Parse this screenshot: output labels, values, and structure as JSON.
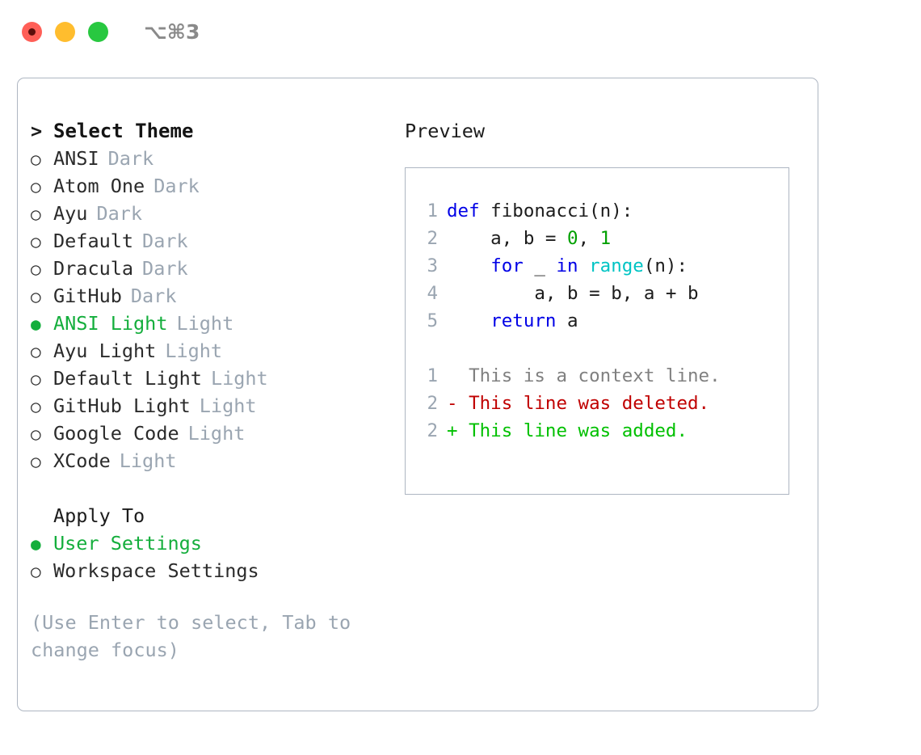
{
  "titlebar": {
    "buttons": [
      {
        "name": "close",
        "color": "#ff5f57"
      },
      {
        "name": "minimize",
        "color": "#ffbd2e"
      },
      {
        "name": "zoom",
        "color": "#28c840"
      }
    ],
    "shortcut": "⌥⌘3"
  },
  "colors": {
    "accent_green": "#14ae3c",
    "muted": "#9aa5b1",
    "border": "#aeb6c2",
    "text": "#2b2b2b",
    "keyword": "#0000e6",
    "builtin": "#00c4c4",
    "number": "#00a000",
    "diff_add": "#00c000",
    "diff_del": "#c00000",
    "diff_ctx": "#808080"
  },
  "theme_list": {
    "header_marker": ">",
    "header": "Select Theme",
    "marker_unselected": "○",
    "marker_selected": "●",
    "items": [
      {
        "label": "ANSI",
        "variant": "Dark",
        "selected": false
      },
      {
        "label": "Atom One",
        "variant": "Dark",
        "selected": false
      },
      {
        "label": "Ayu",
        "variant": "Dark",
        "selected": false
      },
      {
        "label": "Default",
        "variant": "Dark",
        "selected": false
      },
      {
        "label": "Dracula",
        "variant": "Dark",
        "selected": false
      },
      {
        "label": "GitHub",
        "variant": "Dark",
        "selected": false
      },
      {
        "label": "ANSI Light",
        "variant": "Light",
        "selected": true
      },
      {
        "label": "Ayu Light",
        "variant": "Light",
        "selected": false
      },
      {
        "label": "Default Light",
        "variant": "Light",
        "selected": false
      },
      {
        "label": "GitHub Light",
        "variant": "Light",
        "selected": false
      },
      {
        "label": "Google Code",
        "variant": "Light",
        "selected": false
      },
      {
        "label": "XCode",
        "variant": "Light",
        "selected": false
      }
    ]
  },
  "apply_to": {
    "header": "Apply To",
    "items": [
      {
        "label": "User Settings",
        "selected": true
      },
      {
        "label": "Workspace Settings",
        "selected": false
      }
    ]
  },
  "hint": "(Use Enter to select, Tab to\nchange focus)",
  "preview": {
    "title": "Preview",
    "code_lines": [
      {
        "no": "1",
        "tokens": [
          {
            "t": "def",
            "c": "kw"
          },
          {
            "t": " fibonacci(n):",
            "c": "plain"
          }
        ]
      },
      {
        "no": "2",
        "tokens": [
          {
            "t": "    a, b = ",
            "c": "plain"
          },
          {
            "t": "0",
            "c": "num"
          },
          {
            "t": ", ",
            "c": "plain"
          },
          {
            "t": "1",
            "c": "num"
          }
        ]
      },
      {
        "no": "3",
        "tokens": [
          {
            "t": "    ",
            "c": "plain"
          },
          {
            "t": "for",
            "c": "kw"
          },
          {
            "t": " _ ",
            "c": "plain"
          },
          {
            "t": "in",
            "c": "kw"
          },
          {
            "t": " ",
            "c": "plain"
          },
          {
            "t": "range",
            "c": "builtin"
          },
          {
            "t": "(n):",
            "c": "plain"
          }
        ]
      },
      {
        "no": "4",
        "tokens": [
          {
            "t": "        a, b = b, a + b",
            "c": "plain"
          }
        ]
      },
      {
        "no": "5",
        "tokens": [
          {
            "t": "    ",
            "c": "plain"
          },
          {
            "t": "return",
            "c": "kw"
          },
          {
            "t": " a",
            "c": "plain"
          }
        ]
      },
      {
        "no": "",
        "tokens": []
      },
      {
        "no": "1",
        "tokens": [
          {
            "t": "  This is a context line.",
            "c": "ctx"
          }
        ]
      },
      {
        "no": "2",
        "tokens": [
          {
            "t": "- This line was deleted.",
            "c": "del"
          }
        ]
      },
      {
        "no": "2",
        "tokens": [
          {
            "t": "+ This line was added.",
            "c": "add"
          }
        ]
      }
    ]
  }
}
